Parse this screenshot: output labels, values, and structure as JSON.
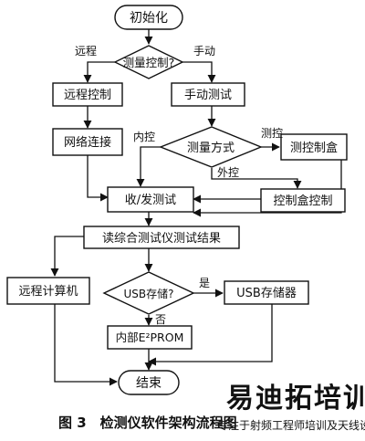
{
  "nodes": {
    "init": "初始化",
    "measure_control": "测量控制?",
    "remote_control": "远程控制",
    "manual_test": "手动测试",
    "network_connect": "网络连接",
    "measure_mode": "测量方式",
    "control_box_measure": "测控制盒",
    "control_box_control": "控制盒控制",
    "send_receive_test": "收/发测试",
    "read_results": "读综合测试仪测试结果",
    "remote_computer": "远程计算机",
    "usb_store_q": "USB存储?",
    "usb_storage": "USB存储器",
    "internal_eprom": "内部E²PROM",
    "end": "结束"
  },
  "edge_labels": {
    "remote": "远程",
    "manual": "手动",
    "internal": "内控",
    "measure_ctrl": "测控",
    "external": "外控",
    "yes": "是",
    "no": "否"
  },
  "caption": "图 3　检测仪软件架构流程图",
  "watermark": {
    "brand": "易迪拓培训",
    "slogan": "专注于射频工程师培训及天线设计专家"
  }
}
